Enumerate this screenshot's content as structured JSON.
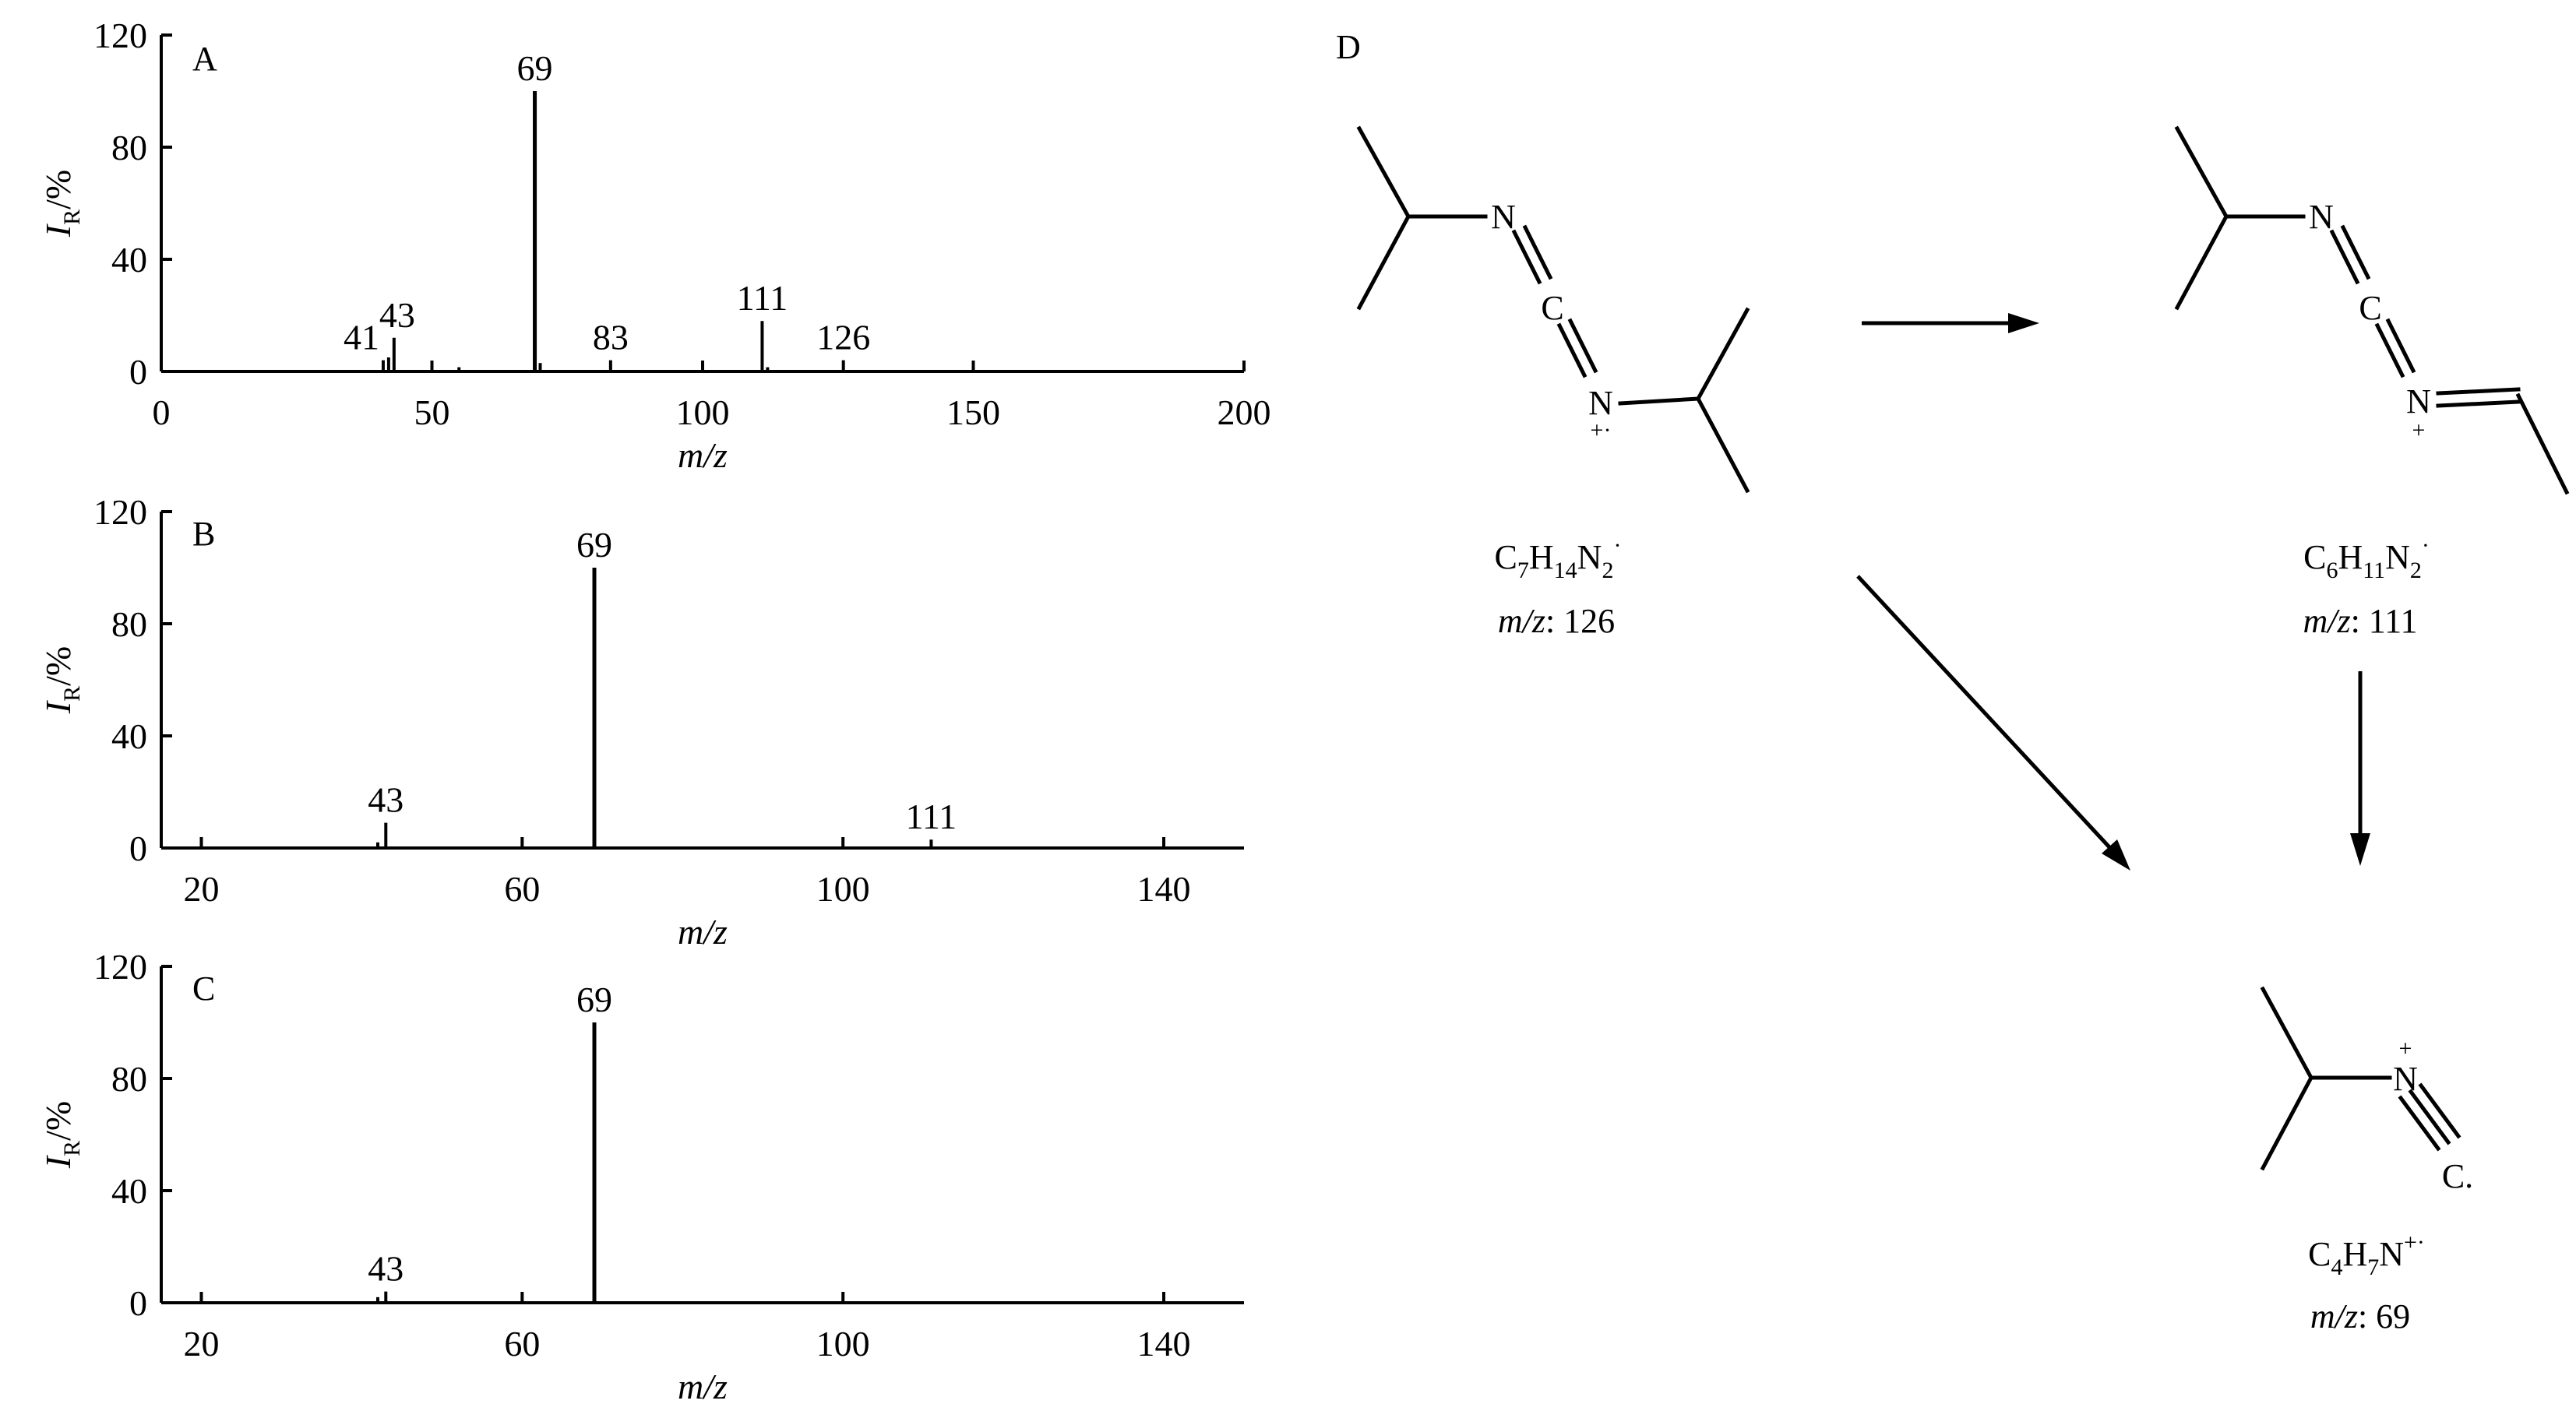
{
  "chart_data": [
    {
      "type": "bar",
      "panel_label": "A",
      "xlabel": "m/z",
      "ylabel_main": "I",
      "ylabel_sub": "R",
      "ylabel_unit": "/%",
      "xlim": [
        0,
        200
      ],
      "ylim": [
        0,
        120
      ],
      "xticks": [
        0,
        50,
        100,
        150,
        200
      ],
      "yticks": [
        0,
        40,
        80,
        120
      ],
      "peaks": [
        {
          "x": 41,
          "y": 4,
          "label": "41"
        },
        {
          "x": 42,
          "y": 5
        },
        {
          "x": 43,
          "y": 12,
          "label": "43"
        },
        {
          "x": 55,
          "y": 1.5
        },
        {
          "x": 69,
          "y": 100,
          "label": "69"
        },
        {
          "x": 70,
          "y": 3
        },
        {
          "x": 83,
          "y": 4,
          "label": "83"
        },
        {
          "x": 111,
          "y": 18,
          "label": "111"
        },
        {
          "x": 112,
          "y": 1.5
        },
        {
          "x": 126,
          "y": 4,
          "label": "126"
        }
      ]
    },
    {
      "type": "bar",
      "panel_label": "B",
      "xlabel": "m/z",
      "ylabel_main": "I",
      "ylabel_sub": "R",
      "ylabel_unit": "/%",
      "xlim": [
        15,
        150
      ],
      "ylim": [
        0,
        120
      ],
      "xticks": [
        20,
        60,
        100,
        140
      ],
      "yticks": [
        0,
        40,
        80,
        120
      ],
      "peaks": [
        {
          "x": 42,
          "y": 2
        },
        {
          "x": 43,
          "y": 9,
          "label": "43"
        },
        {
          "x": 69,
          "y": 100,
          "label": "69"
        },
        {
          "x": 111,
          "y": 3,
          "label": "111"
        }
      ]
    },
    {
      "type": "bar",
      "panel_label": "C",
      "xlabel": "m/z",
      "ylabel_main": "I",
      "ylabel_sub": "R",
      "ylabel_unit": "/%",
      "xlim": [
        15,
        150
      ],
      "ylim": [
        0,
        120
      ],
      "xticks": [
        20,
        60,
        100,
        140
      ],
      "yticks": [
        0,
        40,
        80,
        120
      ],
      "peaks": [
        {
          "x": 42,
          "y": 2
        },
        {
          "x": 43,
          "y": 4,
          "label": "43"
        },
        {
          "x": 69,
          "y": 100,
          "label": "69"
        }
      ]
    }
  ],
  "scheme": {
    "panel_label": "D",
    "atoms": {
      "n": "N",
      "c": "C",
      "c_radical": "C.",
      "plus": "+",
      "radical_cation": "+·"
    },
    "species": [
      {
        "formula": [
          [
            "C",
            ""
          ],
          [
            "7",
            "sub"
          ],
          [
            "H",
            ""
          ],
          [
            "14",
            "sub"
          ],
          [
            "N",
            ""
          ],
          [
            "2",
            "sub"
          ],
          [
            "·",
            "sup"
          ]
        ],
        "mz_label": "m/z",
        "mz_value": ": 126"
      },
      {
        "formula": [
          [
            "C",
            ""
          ],
          [
            "6",
            "sub"
          ],
          [
            "H",
            ""
          ],
          [
            "11",
            "sub"
          ],
          [
            "N",
            ""
          ],
          [
            "2",
            "sub"
          ],
          [
            "·",
            "sup"
          ]
        ],
        "mz_label": "m/z",
        "mz_value": ": 111"
      },
      {
        "formula": [
          [
            "C",
            ""
          ],
          [
            "4",
            "sub"
          ],
          [
            "H",
            ""
          ],
          [
            "7",
            "sub"
          ],
          [
            "N",
            ""
          ],
          [
            "+·",
            "sup"
          ]
        ],
        "mz_label": "m/z",
        "mz_value": ": 69"
      }
    ]
  }
}
